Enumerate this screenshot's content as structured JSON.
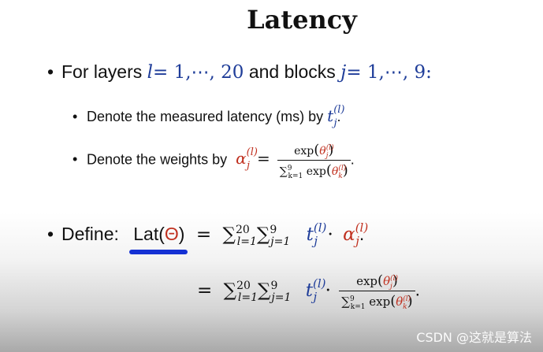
{
  "title": "Latency",
  "bullet1": {
    "prefix": "For layers",
    "var_l": "l",
    "range_l": "= 1,⋯, 20",
    "middle": "and blocks",
    "var_j": "j",
    "range_j": "= 1,⋯, 9:"
  },
  "bullet2": {
    "text": "Denote the measured latency (ms) by",
    "var_t": "t",
    "sup": "(l)",
    "sub": "j",
    "end": "."
  },
  "bullet3": {
    "text": "Denote the weights by",
    "var_alpha": "α",
    "sup": "(l)",
    "sub": "j",
    "equals": "=",
    "exp_word": "exp",
    "theta": "θ",
    "sum_sym": "∑",
    "sum_upper": "9",
    "sum_lower": "k=1",
    "theta_sub_k": "k",
    "end": "."
  },
  "bullet4": {
    "label": "Define:",
    "lat_func": "Lat(",
    "lat_theta": "Θ",
    "lat_close": ")",
    "equals": "=",
    "sum_sym": "∑",
    "sum1_upper": "20",
    "sum1_lower": "l=1",
    "sum2_upper": "9",
    "sum2_lower": "j=1",
    "dot": "·",
    "end": "."
  },
  "watermark": "CSDN @这就是算法",
  "colors": {
    "blue": "#1f3d99",
    "red": "#c0301f",
    "underline": "#1531d4"
  }
}
